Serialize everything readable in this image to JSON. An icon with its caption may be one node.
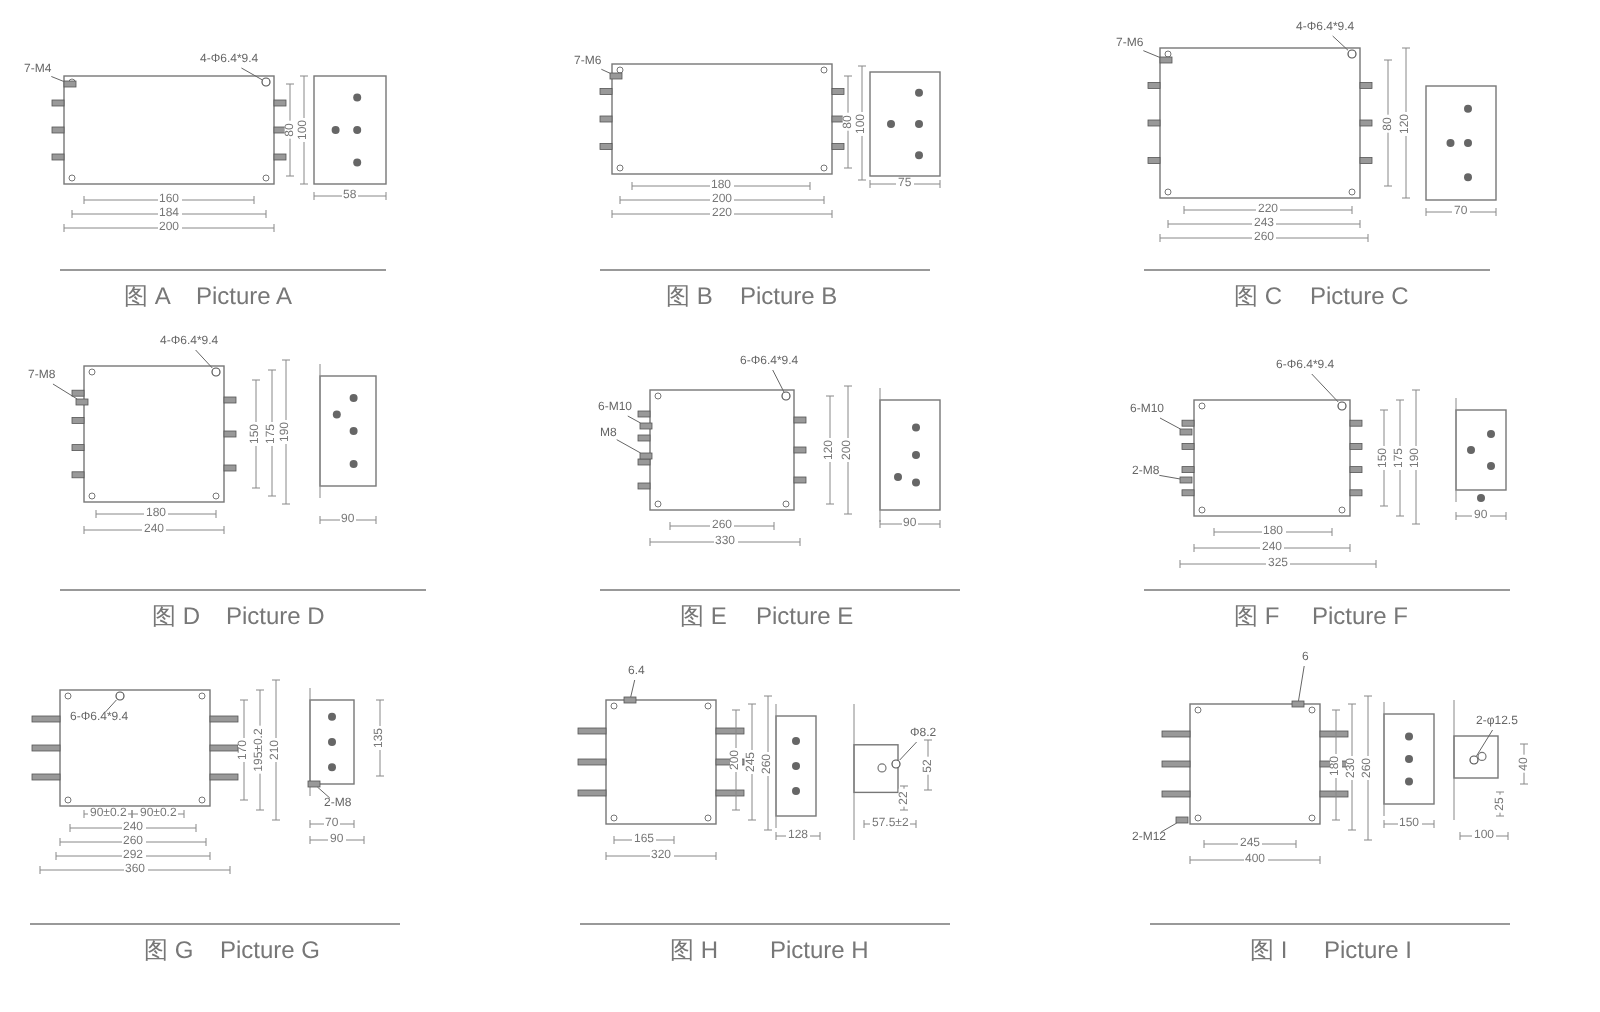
{
  "diagram": {
    "nodes": [
      {
        "text": [
          "7-M4"
        ]
      },
      {
        "text": [
          "4-Φ6.4*9.4"
        ]
      },
      {
        "text": [
          "7-M6"
        ]
      },
      {
        "text": [
          "7-M6"
        ]
      },
      {
        "text": [
          "4-Φ6.4*9.4"
        ]
      },
      {
        "text": [
          "4-Φ6.4*9.4"
        ]
      },
      {
        "text": [
          "7-M8"
        ]
      },
      {
        "text": [
          "6-Φ6.4*9.4"
        ]
      },
      {
        "text": [
          "6-M10"
        ]
      },
      {
        "text": [
          "M8"
        ]
      },
      {
        "text": [
          "6-Φ6.4*9.4"
        ]
      },
      {
        "text": [
          "6-M10"
        ]
      },
      {
        "text": [
          "2-M8"
        ]
      },
      {
        "text": [
          "6-Φ6.4*9.4"
        ]
      },
      {
        "text": [
          "2-M8"
        ]
      },
      {
        "text": [
          "6.4"
        ]
      },
      {
        "text": [
          "Φ8.2"
        ]
      },
      {
        "text": [
          "6"
        ]
      },
      {
        "text": [
          "2-M12"
        ]
      },
      {
        "text": [
          "2-φ12.5"
        ]
      },
      {
        "text": [],
        "shape": "box"
      },
      {
        "text": [],
        "shape": "circle"
      },
      {
        "text": [],
        "shape": "box"
      },
      {
        "text": [],
        "shape": "box"
      },
      {
        "text": [],
        "shape": "circle"
      },
      {
        "text": [],
        "shape": "circle"
      },
      {
        "text": [],
        "shape": "box"
      },
      {
        "text": [],
        "shape": "circle"
      },
      {
        "text": [],
        "shape": "box"
      },
      {
        "text": [],
        "shape": "box"
      },
      {
        "text": [],
        "shape": "circle"
      },
      {
        "text": [],
        "shape": "box"
      },
      {
        "text": [],
        "shape": "box"
      },
      {
        "text": [],
        "shape": "circle"
      },
      {
        "text": [],
        "shape": "box"
      },
      {
        "text": [],
        "shape": "box"
      },
      {
        "text": [],
        "shape": "circle"
      },
      {
        "text": [],
        "shape": "box"
      },
      {
        "text": [],
        "shape": "box"
      },
      {
        "text": [],
        "shape": "circle"
      }
    ],
    "edges": [
      {
        "from": 0,
        "to": 20,
        "arrow": "none"
      },
      {
        "from": 1,
        "to": 21,
        "arrow": "none"
      },
      {
        "from": 2,
        "to": 22,
        "arrow": "none"
      },
      {
        "from": 3,
        "to": 23,
        "arrow": "none"
      },
      {
        "from": 4,
        "to": 24,
        "arrow": "none"
      },
      {
        "from": 5,
        "to": 25,
        "arrow": "none"
      },
      {
        "from": 6,
        "to": 26,
        "arrow": "none"
      },
      {
        "from": 7,
        "to": 27,
        "arrow": "none"
      },
      {
        "from": 8,
        "to": 28,
        "arrow": "none"
      },
      {
        "from": 9,
        "to": 29,
        "arrow": "none"
      },
      {
        "from": 10,
        "to": 30,
        "arrow": "none"
      },
      {
        "from": 11,
        "to": 31,
        "arrow": "none"
      },
      {
        "from": 12,
        "to": 32,
        "arrow": "none"
      },
      {
        "from": 13,
        "to": 33,
        "arrow": "none"
      },
      {
        "from": 14,
        "to": 34,
        "arrow": "none"
      },
      {
        "from": 15,
        "to": 35,
        "arrow": "none"
      },
      {
        "from": 16,
        "to": 36,
        "arrow": "none"
      },
      {
        "from": 17,
        "to": 37,
        "arrow": "none"
      },
      {
        "from": 18,
        "to": 38,
        "arrow": "none"
      },
      {
        "from": 19,
        "to": 39,
        "arrow": "none"
      }
    ],
    "labels": [
      "160",
      "184",
      "200",
      "80",
      "100",
      "58",
      "图 A",
      "Picture A",
      "180",
      "200",
      "220",
      "80",
      "100",
      "75",
      "图 B",
      "Picture B",
      "220",
      "243",
      "260",
      "80",
      "120",
      "70",
      "图 C",
      "Picture C",
      "180",
      "240",
      "150",
      "175",
      "190",
      "90",
      "图 D",
      "Picture D",
      "260",
      "330",
      "120",
      "200",
      "90",
      "图 E",
      "Picture E",
      "180",
      "240",
      "325",
      "150",
      "175",
      "190",
      "90",
      "图 F",
      "Picture F",
      "90±0.2",
      "90±0.2",
      "240",
      "260",
      "292",
      "360",
      "170",
      "195±0.2",
      "210",
      "70",
      "90",
      "135",
      "图 G",
      "Picture G",
      "165",
      "320",
      "200",
      "245",
      "260",
      "128",
      "52",
      "22",
      "57.5±2",
      "图 H",
      "Picture H",
      "245",
      "400",
      "180",
      "230",
      "260",
      "150",
      "40",
      "25",
      "100",
      "图 I",
      "Picture I"
    ]
  }
}
